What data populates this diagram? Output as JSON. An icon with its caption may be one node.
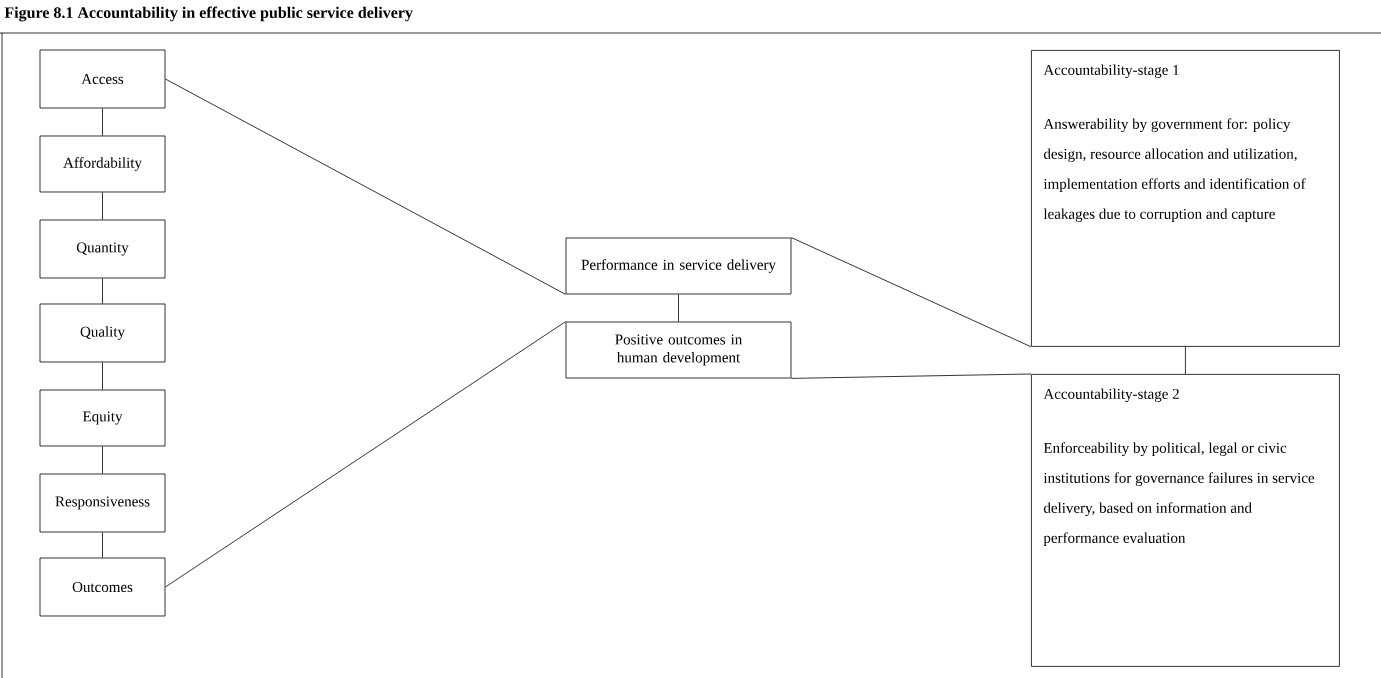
{
  "diagram": {
    "title": "Figure 8.1 Accountability in effective public service delivery",
    "nodes": [
      {
        "text": [
          "Access"
        ]
      },
      {
        "text": [
          "Affordability"
        ]
      },
      {
        "text": [
          "Quantity"
        ]
      },
      {
        "text": [
          "Quality"
        ]
      },
      {
        "text": [
          "Equity"
        ]
      },
      {
        "text": [
          "Responsiveness"
        ]
      },
      {
        "text": [
          "Outcomes"
        ]
      },
      {
        "text": [
          "Performance in service delivery"
        ]
      },
      {
        "text": [
          "Positive outcomes in human development"
        ]
      },
      {
        "text": [
          "Accountability-stage 1",
          "Answerability by government for: policy design, resource allocation and utilization, implementation efforts and identification of leakages due to corruption and capture"
        ]
      },
      {
        "text": [
          "Accountability-stage 2",
          "Enforceability by political, legal or civic institutions for governance failures in service delivery, based on information and performance evaluation"
        ]
      }
    ],
    "edges": [
      {
        "from": 0,
        "to": 1,
        "arrow": "none"
      },
      {
        "from": 1,
        "to": 2,
        "arrow": "none"
      },
      {
        "from": 2,
        "to": 3,
        "arrow": "none"
      },
      {
        "from": 3,
        "to": 4,
        "arrow": "none"
      },
      {
        "from": 4,
        "to": 5,
        "arrow": "none"
      },
      {
        "from": 5,
        "to": 6,
        "arrow": "none"
      },
      {
        "from": 0,
        "to": 7,
        "arrow": "none"
      },
      {
        "from": 6,
        "to": 8,
        "arrow": "none"
      },
      {
        "from": 7,
        "to": 8,
        "arrow": "none"
      },
      {
        "from": 7,
        "to": 9,
        "arrow": "none"
      },
      {
        "from": 8,
        "to": 10,
        "arrow": "none"
      },
      {
        "from": 9,
        "to": 10,
        "arrow": "none"
      }
    ]
  }
}
